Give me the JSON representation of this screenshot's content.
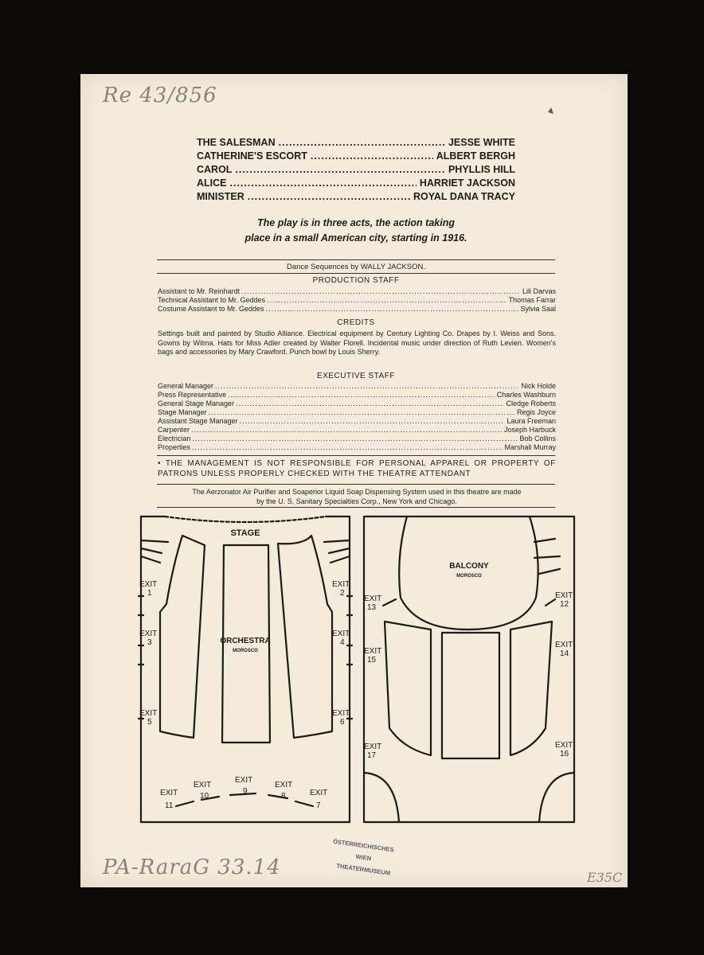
{
  "handwriting": {
    "accession": "Re 43/856",
    "shelfmark": "PA-RaraG 33.14",
    "corner_mark": "E35C"
  },
  "cast": [
    {
      "role": "THE SALESMAN",
      "actor": "JESSE WHITE"
    },
    {
      "role": "CATHERINE'S ESCORT",
      "actor": "ALBERT BERGH"
    },
    {
      "role": "CAROL",
      "actor": "PHYLLIS HILL"
    },
    {
      "role": "ALICE",
      "actor": "HARRIET JACKSON"
    },
    {
      "role": "MINISTER",
      "actor": "ROYAL DANA TRACY"
    }
  ],
  "synopsis": {
    "line1": "The play is in three acts, the action taking",
    "line2": "place in a small American city, starting in 1916."
  },
  "dance": "Dance Sequences by WALLY JACKSON.",
  "production_staff": {
    "heading": "PRODUCTION STAFF",
    "rows": [
      {
        "role": "Assistant to Mr. Reinhardt",
        "name": "Lili Darvas"
      },
      {
        "role": "Technical Assistant to Mr. Geddes",
        "name": "Thomas Farrar"
      },
      {
        "role": "Costume Assistant to Mr. Geddes",
        "name": "Sylvia Saal"
      }
    ]
  },
  "credits": {
    "heading": "CREDITS",
    "text": "Settings built and painted by Studio Alliance. Electrical equipment by Century Lighting Co. Drapes by I. Weiss and Sons. Gowns by Wilma. Hats for Miss Adler created by Walter Florell. Incidental music under direction of Ruth Levien. Women's bags and accessories by Mary Crawford. Punch bowl by Louis Sherry."
  },
  "executive_staff": {
    "heading": "EXECUTIVE STAFF",
    "rows": [
      {
        "role": "General Manager",
        "name": "Nick Holde"
      },
      {
        "role": "Press Representative",
        "name": "Charles Washburn"
      },
      {
        "role": "General Stage Manager",
        "name": "Cledge Roberts"
      },
      {
        "role": "Stage Manager",
        "name": "Regis Joyce"
      },
      {
        "role": "Assistant Stage Manager",
        "name": "Laura Freeman"
      },
      {
        "role": "Carpenter",
        "name": "Joseph Harbuck"
      },
      {
        "role": "Electrician",
        "name": "Bob Collins"
      },
      {
        "role": "Properties",
        "name": "Marshall Murray"
      }
    ]
  },
  "management_notice": "• THE MANAGEMENT IS NOT RESPONSIBLE FOR PERSONAL APPAREL OR PROPERTY OF PATRONS UNLESS PROPERLY CHECKED WITH THE THEATRE ATTENDANT",
  "purifier": {
    "line1": "The Aerzonator Air Purifier and Soaperior Liquid Soap Dispensing System used in this theatre are made",
    "line2": "by the U. S. Sanitary Specialties Corp., New York and Chicago."
  },
  "seating_plan": {
    "stage": "STAGE",
    "orchestra": "ORCHESTRA",
    "balcony": "BALCONY",
    "theatre": "MOROSCO",
    "exit_word": "EXIT",
    "exits": [
      "1",
      "2",
      "3",
      "4",
      "5",
      "6",
      "7",
      "8",
      "9",
      "10",
      "11",
      "12",
      "13",
      "14",
      "15",
      "16",
      "17"
    ]
  },
  "stamp": {
    "line1": "ÖSTERREICHISCHES",
    "line2": "WIEN",
    "line3": "THEATERMUSEUM"
  }
}
